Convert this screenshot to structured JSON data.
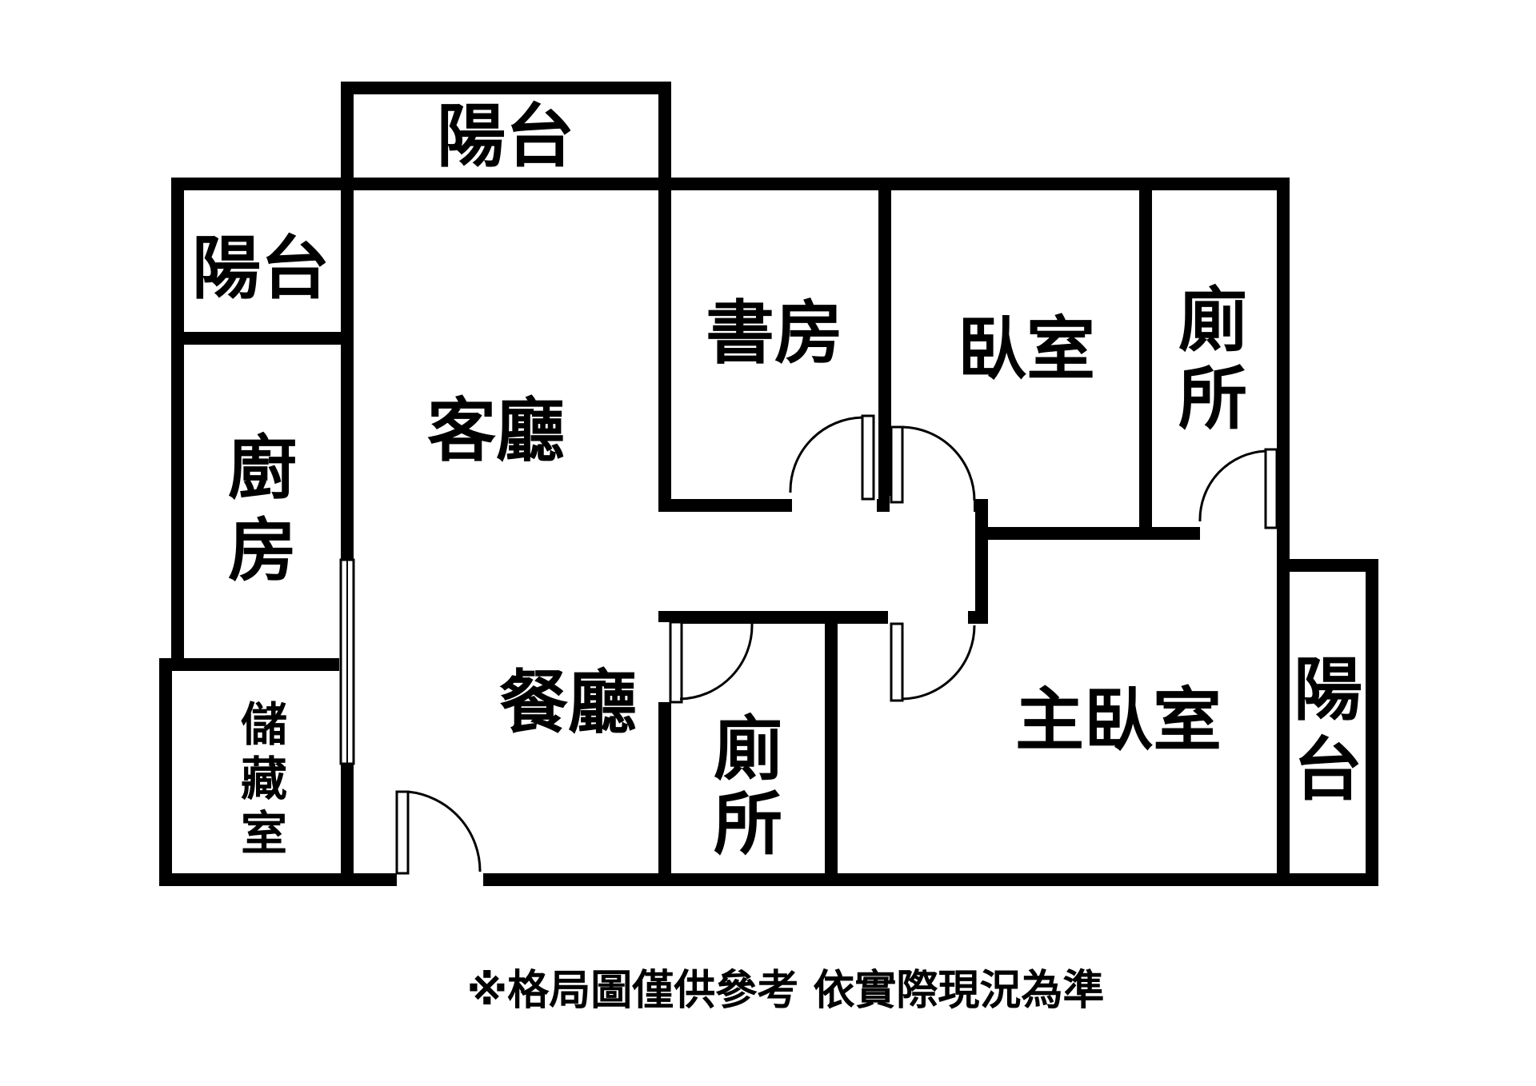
{
  "rooms": {
    "balcony_top": "陽台",
    "balcony_left": "陽台",
    "kitchen": [
      "廚",
      "房"
    ],
    "storage": [
      "儲",
      "藏",
      "室"
    ],
    "living_room": "客廳",
    "dining_room": "餐廳",
    "study": "書房",
    "bedroom": "臥室",
    "toilet_upper": [
      "廁",
      "所"
    ],
    "toilet_lower": [
      "廁",
      "所"
    ],
    "master_bedroom": "主臥室",
    "balcony_right": [
      "陽",
      "台"
    ]
  },
  "disclaimer": "※格局圖僅供參考 依實際現況為準",
  "colors": {
    "wall": "#000000",
    "background": "#ffffff"
  }
}
